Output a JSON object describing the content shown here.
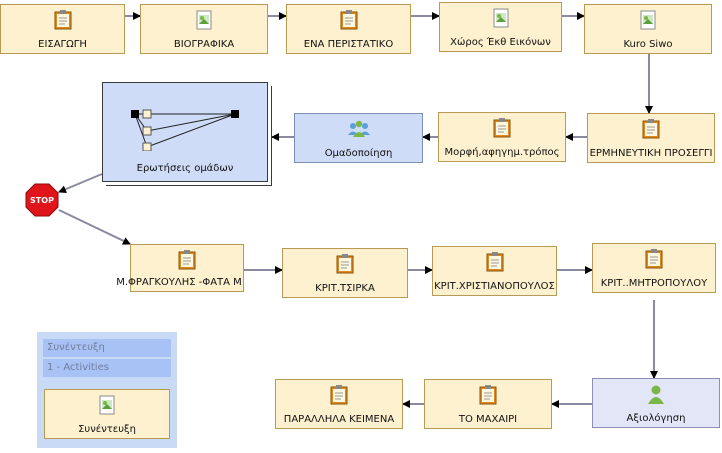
{
  "nodes": {
    "eisagogi": "ΕΙΣΑΓΩΓΗ",
    "viografika": "ΒΙΟΓΡΑΦΙΚΑ",
    "ena_peristatiko": "ΕΝΑ ΠΕΡΙΣΤΑΤΙΚΟ",
    "choros": "Χώρος Έκθ Εικόνων",
    "kuro": "Kuro Siwo",
    "ermineftiki": "ΕΡΜΗΝΕΥΤΙΚΗ ΠΡΟΣΕΓΓΙ",
    "morfi": "Μορφή,αφηγημ.τρόπος",
    "omadopoiisi": "Ομαδοποίηση",
    "erotiseis": "Ερωτήσεις ομάδων",
    "stop": "STOP",
    "fragkoulis": "Μ.ΦΡΑΓΚΟΥΛΗΣ -ΦΑΤΑ Μ",
    "tsirka": "ΚΡΙΤ.ΤΣΙΡΚΑ",
    "christianopoulos": "ΚΡΙΤ.ΧΡΙΣΤΙΑΝΟΠΟΥΛΟΣ",
    "mitropoulou": "ΚΡΙΤ..ΜΗΤΡΟΠΟΥΛΟΥ",
    "axiologisi": "Αξιολόγηση",
    "machairi": "ΤΟ ΜΑΧΑΙΡΙ",
    "parallila": "ΠΑΡΑΛΛΗΛΑ ΚΕΙΜΕΝΑ"
  },
  "legend": {
    "title": "Συνέντευξη",
    "subtitle": "1 - Activities",
    "node": "Συνέντευξη"
  },
  "colors": {
    "activity": "#fdf1cf",
    "grouping": "#cfdcf7",
    "assessment": "#e3e6f6",
    "stop": "#e0141b"
  }
}
